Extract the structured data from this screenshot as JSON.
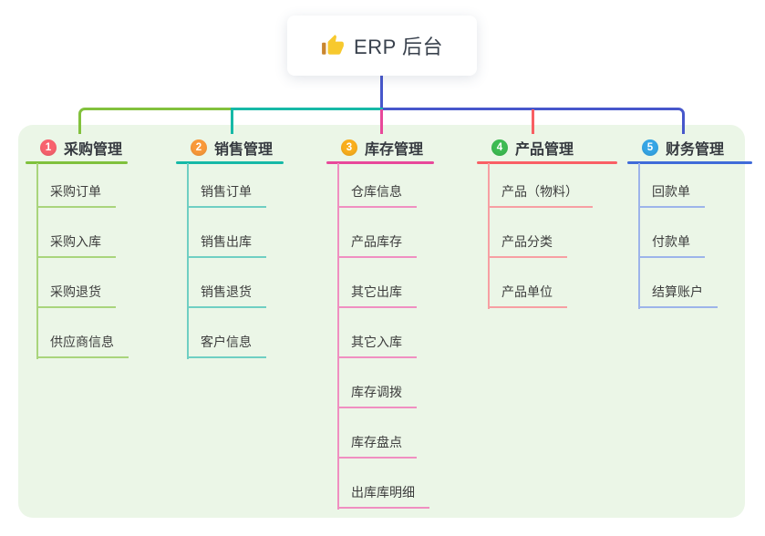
{
  "root": {
    "label": "ERP 后台",
    "icon": "thumbs-up-icon",
    "icon_colors": {
      "hand": "#f7c92e",
      "cuff": "#c9862f"
    }
  },
  "panel_color": "#ebf6e7",
  "connector_colors": {
    "main_blue": "#4757cb",
    "green": "#82c13d",
    "teal": "#16b9a7",
    "magenta": "#e8489a",
    "red": "#f85f63"
  },
  "branches": [
    {
      "index": "1",
      "label": "采购管理",
      "badge_color": "#f8626e",
      "line_color": "#7fc13c",
      "child_line_color": "#a9d57c",
      "children": [
        "采购订单",
        "采购入库",
        "采购退货",
        "供应商信息"
      ]
    },
    {
      "index": "2",
      "label": "销售管理",
      "badge_color": "#f9993a",
      "line_color": "#16b9a7",
      "child_line_color": "#6fcfc3",
      "children": [
        "销售订单",
        "销售出库",
        "销售退货",
        "客户信息"
      ]
    },
    {
      "index": "3",
      "label": "库存管理",
      "badge_color": "#f9ae1d",
      "line_color": "#e8489a",
      "child_line_color": "#f08fc1",
      "children": [
        "仓库信息",
        "产品库存",
        "其它出库",
        "其它入库",
        "库存调拨",
        "库存盘点",
        "出库库明细"
      ]
    },
    {
      "index": "4",
      "label": "产品管理",
      "badge_color": "#3dbb52",
      "line_color": "#f95f65",
      "child_line_color": "#f79fa3",
      "children": [
        "产品（物料）",
        "产品分类",
        "产品单位"
      ]
    },
    {
      "index": "5",
      "label": "财务管理",
      "badge_color": "#35a5e5",
      "line_color": "#3f6bd9",
      "child_line_color": "#9db4ea",
      "children": [
        "回款单",
        "付款单",
        "结算账户"
      ]
    }
  ]
}
